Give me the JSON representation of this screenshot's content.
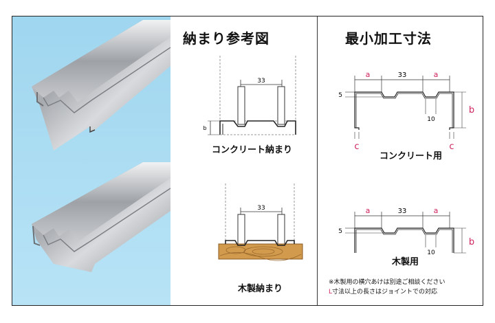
{
  "left_panel": {
    "sky_color": "#a9dcf2",
    "metal_color": "#b9bcc0"
  },
  "middle_panel": {
    "title": "納まり参考図",
    "top_diagram": {
      "dim_width": "33",
      "dim_height": "b",
      "caption": "コンクリート納まり"
    },
    "bottom_diagram": {
      "dim_width": "33",
      "caption": "木製納まり",
      "wood_color": "#d29a4d"
    }
  },
  "right_panel": {
    "title": "最小加工寸法",
    "concrete_profile": {
      "labels": {
        "a_left": "a",
        "width": "33",
        "a_right": "a",
        "five": "5",
        "ten": "10",
        "b": "b",
        "c_left": "c",
        "c_right": "c"
      },
      "caption": "コンクリート用"
    },
    "wood_profile": {
      "labels": {
        "a_left": "a",
        "width": "33",
        "a_right": "a",
        "five": "5",
        "ten": "10",
        "b": "b"
      },
      "caption": "木製用"
    },
    "notes": {
      "line1": "※木製用の横穴あけは別途ご相談ください",
      "line2_red": "L",
      "line2_rest": "寸法以上の長さはジョイントでの対応"
    },
    "accent_color": "#d0245e"
  }
}
